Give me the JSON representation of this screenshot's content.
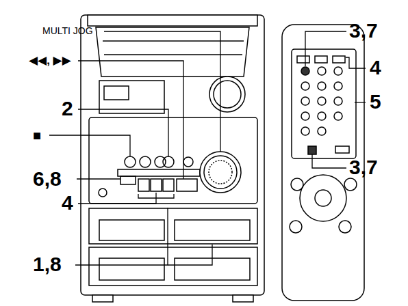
{
  "diagram": {
    "labels": [
      "MULTI JOG",
      "◀◀, ▶▶",
      "2",
      "■",
      "6,8",
      "4",
      "1,8",
      "3,7",
      "4",
      "5",
      "3,7"
    ]
  }
}
